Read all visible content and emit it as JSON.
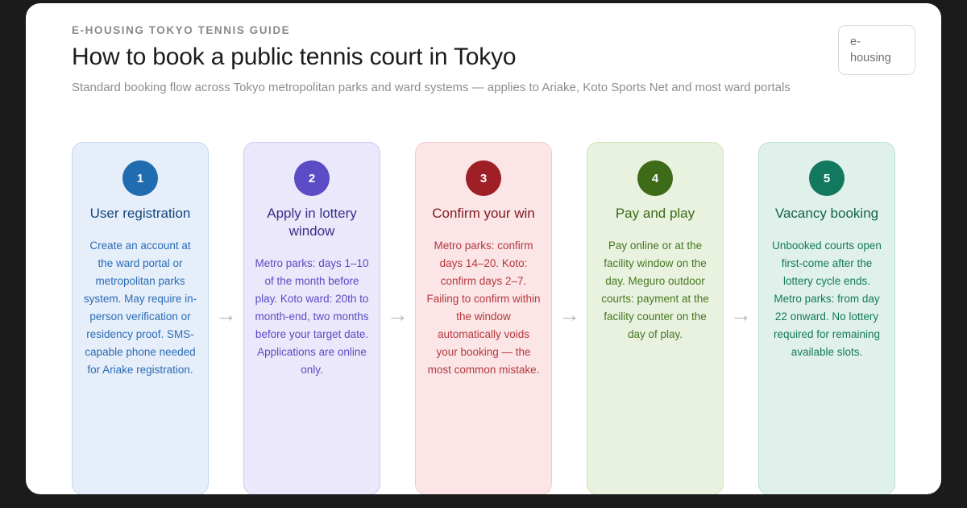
{
  "header": {
    "eyebrow": "E-Housing Tokyo Tennis Guide",
    "title": "How to book a public tennis court in Tokyo",
    "subtitle": "Standard booking flow across Tokyo metropolitan parks and ward systems — applies to Ariake, Koto Sports Net and most ward portals",
    "logo": "e-housing"
  },
  "flow": {
    "arrow_glyph": "→",
    "arrow_color": "#b9b9b2",
    "steps": [
      {
        "number": "1",
        "title": "User registration",
        "body": "Create an account at the ward portal or metropolitan parks system. May require in-person verification or residency proof. SMS-capable phone needed for Ariake registration.",
        "bg": "#e6eefa",
        "border": "#c3d8f0",
        "badge_bg": "#1f6cb0",
        "title_color": "#15477f",
        "body_color": "#2a6cb5"
      },
      {
        "number": "2",
        "title": "Apply in lottery window",
        "body": "Metro parks: days 1–10 of the month before play. Koto ward: 20th to month-end, two months before your target date. Applications are online only.",
        "bg": "#eae8fa",
        "border": "#cfc9f0",
        "badge_bg": "#5b4bc4",
        "title_color": "#3a2f8c",
        "body_color": "#5b4bc4"
      },
      {
        "number": "3",
        "title": "Confirm your win",
        "body": "Metro parks: confirm days 14–20. Koto: confirm days 2–7. Failing to confirm within the window automatically voids your booking — the most common mistake.",
        "bg": "#fbe5e6",
        "border": "#f2cbcd",
        "badge_bg": "#9e1f26",
        "title_color": "#7d1b20",
        "body_color": "#b5393f"
      },
      {
        "number": "4",
        "title": "Pay and play",
        "body": "Pay online or at the facility window on the day. Meguro outdoor courts: payment at the facility counter on the day of play.",
        "bg": "#e9f2de",
        "border": "#cfe2b6",
        "badge_bg": "#3d6b18",
        "title_color": "#39691a",
        "body_color": "#467725"
      },
      {
        "number": "5",
        "title": "Vacancy booking",
        "body": "Unbooked courts open first-come after the lottery cycle ends. Metro parks: from day 22 onward. No lottery required for remaining available slots.",
        "bg": "#dff1ea",
        "border": "#b9e0d2",
        "badge_bg": "#13795e",
        "title_color": "#14624e",
        "body_color": "#14795c"
      }
    ]
  }
}
